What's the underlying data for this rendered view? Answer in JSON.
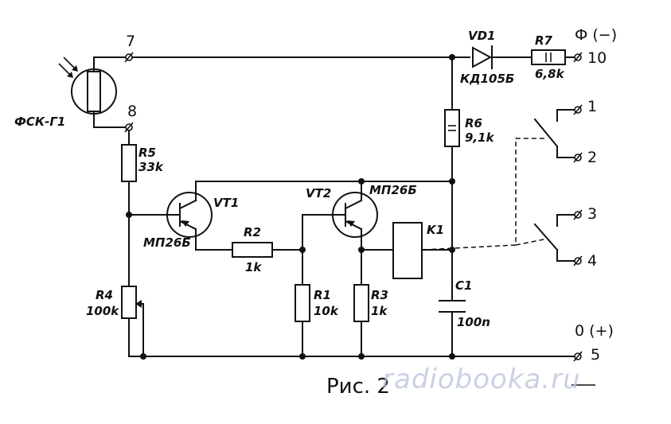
{
  "caption": "Рис. 2",
  "watermark": "radiobooka.ru",
  "components": {
    "photoresistor": "ФСК-Г1",
    "r5": {
      "name": "R5",
      "value": "33k"
    },
    "r4": {
      "name": "R4",
      "value": "100k"
    },
    "vt1": {
      "name": "VT1",
      "type": "МП26Б"
    },
    "vt2": {
      "name": "VT2",
      "type": "МП26Б"
    },
    "r2": {
      "name": "R2",
      "value": "1k"
    },
    "r1": {
      "name": "R1",
      "value": "10k"
    },
    "r3": {
      "name": "R3",
      "value": "1k"
    },
    "r6": {
      "name": "R6",
      "value": "9,1k"
    },
    "r7": {
      "name": "R7",
      "value": "6,8k"
    },
    "vd1": {
      "name": "VD1",
      "type": "КД105Б"
    },
    "k1": {
      "name": "K1"
    },
    "c1": {
      "name": "C1",
      "value": "100n"
    }
  },
  "terminals": {
    "t7": "7",
    "t8": "8",
    "t10": "10",
    "t1": "1",
    "t2": "2",
    "t3": "3",
    "t4": "4",
    "t5": "5",
    "phase_label": "Ф (−)",
    "zero_label": "0 (+)"
  }
}
